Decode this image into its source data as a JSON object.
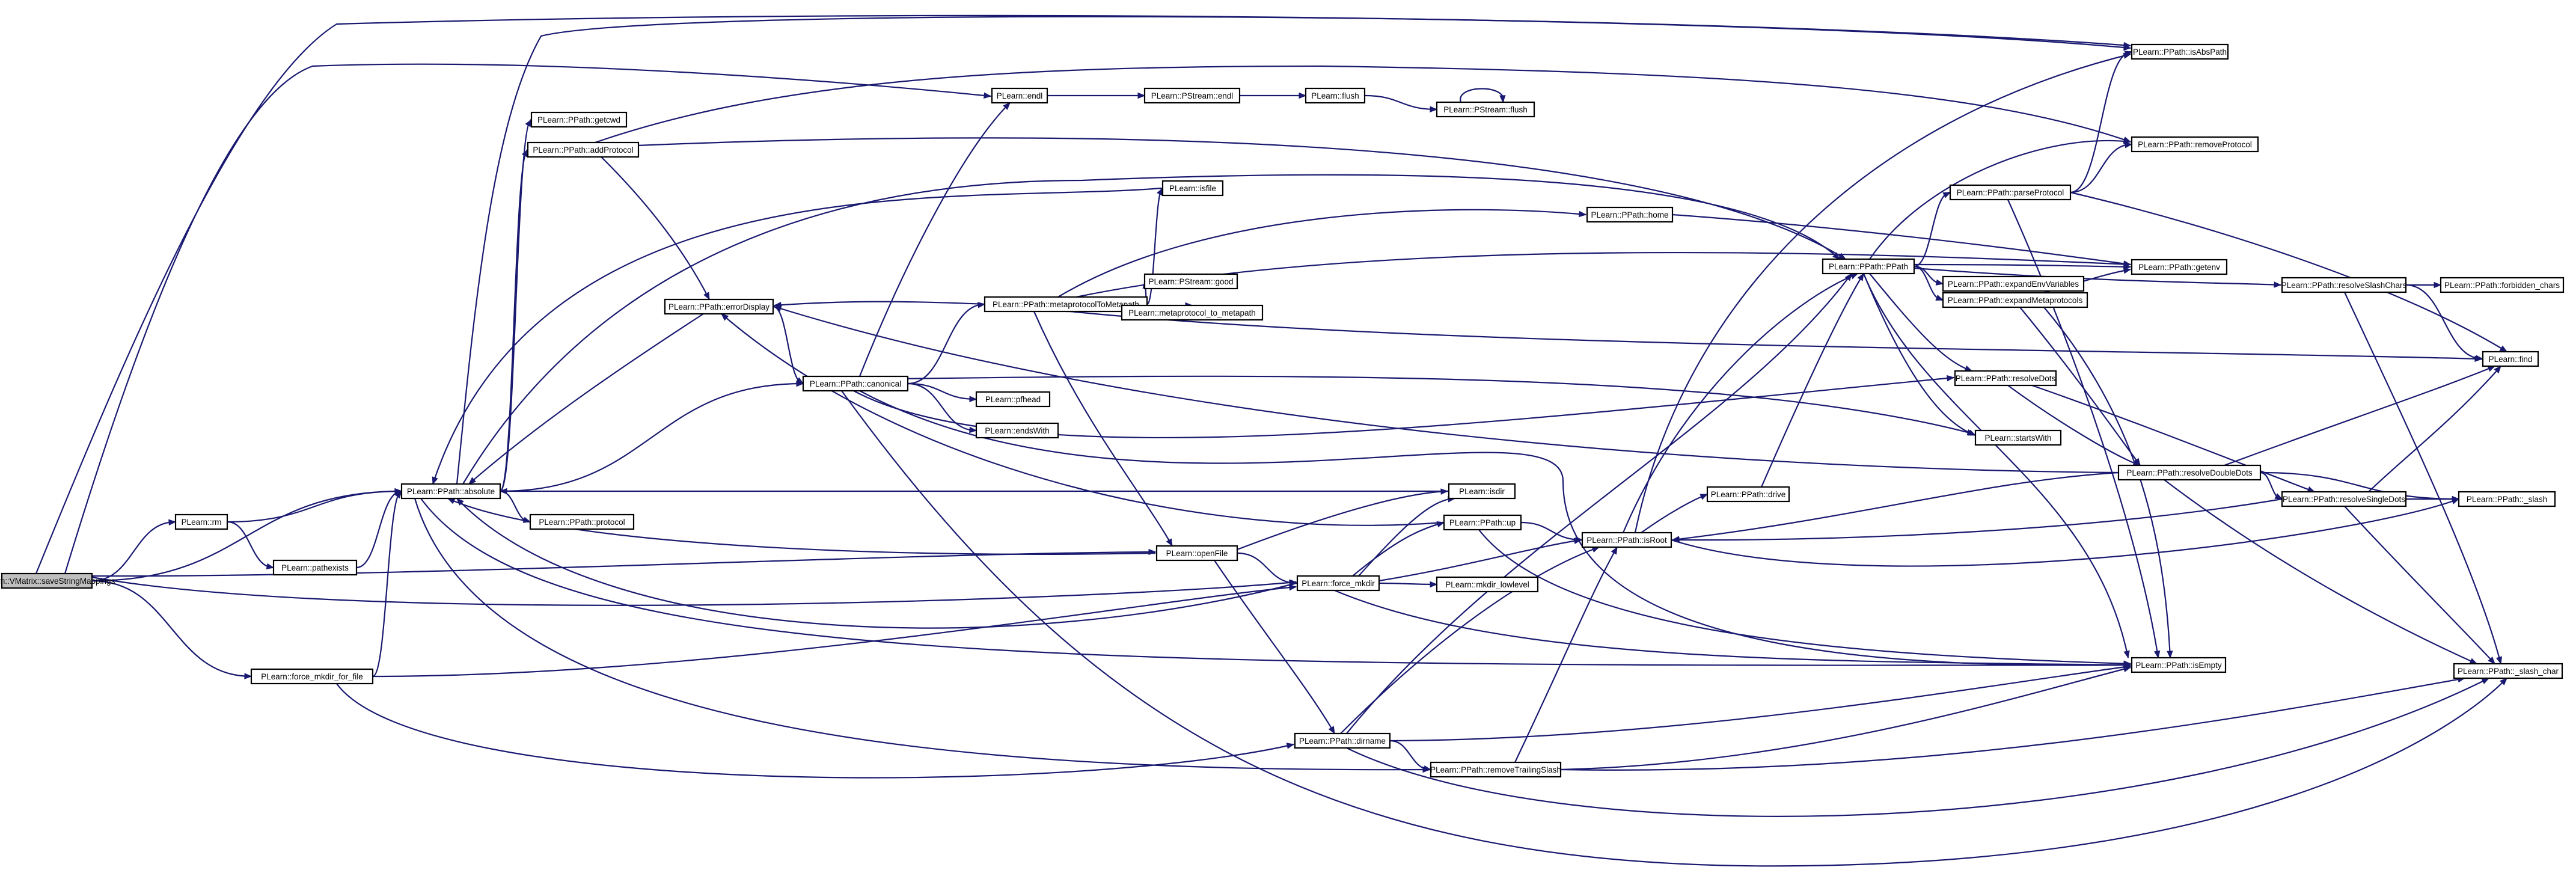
{
  "graph": {
    "root": "PLearn::VMatrix::saveStringMappings",
    "style": {
      "background": "#ffffff",
      "edge_color": "#191970",
      "root_fill": "#bfbfbf",
      "node_fill": "#ffffff",
      "node_border": "#000000"
    },
    "nodes": [
      {
        "id": "root",
        "label": "PLearn::VMatrix::saveStringMappings"
      },
      {
        "id": "rm",
        "label": "PLearn::rm"
      },
      {
        "id": "pathexists",
        "label": "PLearn::pathexists"
      },
      {
        "id": "force_mkdir_for_file",
        "label": "PLearn::force_mkdir_for_file"
      },
      {
        "id": "absolute",
        "label": "PLearn::PPath::absolute"
      },
      {
        "id": "getcwd",
        "label": "PLearn::PPath::getcwd"
      },
      {
        "id": "addProtocol",
        "label": "PLearn::PPath::addProtocol"
      },
      {
        "id": "protocol",
        "label": "PLearn::PPath::protocol"
      },
      {
        "id": "errorDisplay",
        "label": "PLearn::PPath::errorDisplay"
      },
      {
        "id": "canonical",
        "label": "PLearn::PPath::canonical"
      },
      {
        "id": "endl",
        "label": "PLearn::endl"
      },
      {
        "id": "pstream_endl",
        "label": "PLearn::PStream::endl"
      },
      {
        "id": "flush",
        "label": "PLearn::flush"
      },
      {
        "id": "pstream_flush",
        "label": "PLearn::PStream::flush"
      },
      {
        "id": "isfile",
        "label": "PLearn::isfile"
      },
      {
        "id": "metaprotocolToMetapath",
        "label": "PLearn::PPath::metaprotocolToMetapath"
      },
      {
        "id": "pstream_good",
        "label": "PLearn::PStream::good"
      },
      {
        "id": "metaprotocol_to_metapath",
        "label": "PLearn::metaprotocol_to_metapath"
      },
      {
        "id": "home",
        "label": "PLearn::PPath::home"
      },
      {
        "id": "pfhead",
        "label": "PLearn::pfhead"
      },
      {
        "id": "endsWith",
        "label": "PLearn::endsWith"
      },
      {
        "id": "openFile",
        "label": "PLearn::openFile"
      },
      {
        "id": "isdir",
        "label": "PLearn::isdir"
      },
      {
        "id": "up",
        "label": "PLearn::PPath::up"
      },
      {
        "id": "force_mkdir",
        "label": "PLearn::force_mkdir"
      },
      {
        "id": "mkdir_lowlevel",
        "label": "PLearn::mkdir_lowlevel"
      },
      {
        "id": "dirname",
        "label": "PLearn::PPath::dirname"
      },
      {
        "id": "removeTrailingSlash",
        "label": "PLearn::PPath::removeTrailingSlash"
      },
      {
        "id": "drive",
        "label": "PLearn::PPath::drive"
      },
      {
        "id": "isRoot",
        "label": "PLearn::PPath::isRoot"
      },
      {
        "id": "ppath",
        "label": "PLearn::PPath::PPath"
      },
      {
        "id": "expandEnvVariables",
        "label": "PLearn::PPath::expandEnvVariables"
      },
      {
        "id": "expandMetaprotocols",
        "label": "PLearn::PPath::expandMetaprotocols"
      },
      {
        "id": "resolveDots",
        "label": "PLearn::PPath::resolveDots"
      },
      {
        "id": "startsWith",
        "label": "PLearn::startsWith"
      },
      {
        "id": "parseProtocol",
        "label": "PLearn::PPath::parseProtocol"
      },
      {
        "id": "resolveDoubleDots",
        "label": "PLearn::PPath::resolveDoubleDots"
      },
      {
        "id": "isAbsPath",
        "label": "PLearn::PPath::isAbsPath"
      },
      {
        "id": "removeProtocol",
        "label": "PLearn::PPath::removeProtocol"
      },
      {
        "id": "getenv",
        "label": "PLearn::PPath::getenv"
      },
      {
        "id": "resolveSlashChars",
        "label": "PLearn::PPath::resolveSlashChars"
      },
      {
        "id": "resolveSingleDots",
        "label": "PLearn::PPath::resolveSingleDots"
      },
      {
        "id": "isEmpty",
        "label": "PLearn::PPath::isEmpty"
      },
      {
        "id": "forbidden_chars",
        "label": "PLearn::PPath::forbidden_chars"
      },
      {
        "id": "find",
        "label": "PLearn::find"
      },
      {
        "id": "slash",
        "label": "PLearn::PPath::_slash"
      },
      {
        "id": "slash_char",
        "label": "PLearn::PPath::_slash_char"
      }
    ],
    "edges": [
      [
        "root",
        "rm"
      ],
      [
        "root",
        "force_mkdir_for_file"
      ],
      [
        "root",
        "absolute"
      ],
      [
        "root",
        "endl"
      ],
      [
        "root",
        "openFile"
      ],
      [
        "root",
        "force_mkdir"
      ],
      [
        "root",
        "isAbsPath"
      ],
      [
        "rm",
        "pathexists"
      ],
      [
        "rm",
        "absolute"
      ],
      [
        "pathexists",
        "absolute"
      ],
      [
        "force_mkdir_for_file",
        "absolute"
      ],
      [
        "force_mkdir_for_file",
        "force_mkdir"
      ],
      [
        "force_mkdir_for_file",
        "dirname"
      ],
      [
        "absolute",
        "getcwd"
      ],
      [
        "absolute",
        "addProtocol"
      ],
      [
        "absolute",
        "protocol"
      ],
      [
        "absolute",
        "isAbsPath"
      ],
      [
        "absolute",
        "ppath"
      ],
      [
        "absolute",
        "canonical"
      ],
      [
        "absolute",
        "isEmpty"
      ],
      [
        "absolute",
        "removeTrailingSlash"
      ],
      [
        "addProtocol",
        "errorDisplay"
      ],
      [
        "addProtocol",
        "removeProtocol"
      ],
      [
        "addProtocol",
        "ppath"
      ],
      [
        "errorDisplay",
        "absolute"
      ],
      [
        "errorDisplay",
        "canonical"
      ],
      [
        "canonical",
        "endl"
      ],
      [
        "canonical",
        "metaprotocolToMetapath"
      ],
      [
        "canonical",
        "pfhead"
      ],
      [
        "canonical",
        "endsWith"
      ],
      [
        "canonical",
        "startsWith"
      ],
      [
        "canonical",
        "resolveDots"
      ],
      [
        "canonical",
        "isEmpty"
      ],
      [
        "canonical",
        "slash_char"
      ],
      [
        "endl",
        "pstream_endl"
      ],
      [
        "pstream_endl",
        "flush"
      ],
      [
        "flush",
        "pstream_flush"
      ],
      [
        "pstream_flush",
        "pstream_flush"
      ],
      [
        "metaprotocolToMetapath",
        "isfile"
      ],
      [
        "metaprotocolToMetapath",
        "home"
      ],
      [
        "metaprotocolToMetapath",
        "getenv"
      ],
      [
        "metaprotocolToMetapath",
        "pstream_good"
      ],
      [
        "metaprotocolToMetapath",
        "metaprotocol_to_metapath"
      ],
      [
        "metaprotocolToMetapath",
        "errorDisplay"
      ],
      [
        "metaprotocolToMetapath",
        "openFile"
      ],
      [
        "metaprotocolToMetapath",
        "find"
      ],
      [
        "isfile",
        "absolute"
      ],
      [
        "home",
        "getenv"
      ],
      [
        "openFile",
        "absolute"
      ],
      [
        "openFile",
        "isdir"
      ],
      [
        "openFile",
        "force_mkdir"
      ],
      [
        "openFile",
        "dirname"
      ],
      [
        "isdir",
        "absolute"
      ],
      [
        "up",
        "errorDisplay"
      ],
      [
        "up",
        "isRoot"
      ],
      [
        "up",
        "isEmpty"
      ],
      [
        "force_mkdir",
        "absolute"
      ],
      [
        "force_mkdir",
        "isdir"
      ],
      [
        "force_mkdir",
        "up"
      ],
      [
        "force_mkdir",
        "isRoot"
      ],
      [
        "force_mkdir",
        "mkdir_lowlevel"
      ],
      [
        "force_mkdir",
        "isEmpty"
      ],
      [
        "dirname",
        "removeTrailingSlash"
      ],
      [
        "dirname",
        "isRoot"
      ],
      [
        "dirname",
        "isEmpty"
      ],
      [
        "dirname",
        "ppath"
      ],
      [
        "dirname",
        "slash_char"
      ],
      [
        "removeTrailingSlash",
        "isRoot"
      ],
      [
        "removeTrailingSlash",
        "isEmpty"
      ],
      [
        "removeTrailingSlash",
        "slash_char"
      ],
      [
        "isRoot",
        "drive"
      ],
      [
        "isRoot",
        "ppath"
      ],
      [
        "isRoot",
        "isAbsPath"
      ],
      [
        "isRoot",
        "slash"
      ],
      [
        "drive",
        "ppath"
      ],
      [
        "ppath",
        "parseProtocol"
      ],
      [
        "ppath",
        "expandEnvVariables"
      ],
      [
        "ppath",
        "expandMetaprotocols"
      ],
      [
        "ppath",
        "resolveDots"
      ],
      [
        "ppath",
        "startsWith"
      ],
      [
        "ppath",
        "resolveSlashChars"
      ],
      [
        "ppath",
        "removeProtocol"
      ],
      [
        "ppath",
        "getenv"
      ],
      [
        "ppath",
        "isEmpty"
      ],
      [
        "parseProtocol",
        "isAbsPath"
      ],
      [
        "parseProtocol",
        "removeProtocol"
      ],
      [
        "parseProtocol",
        "find"
      ],
      [
        "parseProtocol",
        "isEmpty"
      ],
      [
        "expandMetaprotocols",
        "getenv"
      ],
      [
        "expandMetaprotocols",
        "isEmpty"
      ],
      [
        "expandMetaprotocols",
        "resolveDoubleDots"
      ],
      [
        "resolveDots",
        "resolveDoubleDots"
      ],
      [
        "resolveDots",
        "resolveSingleDots"
      ],
      [
        "resolveDoubleDots",
        "errorDisplay"
      ],
      [
        "resolveDoubleDots",
        "isRoot"
      ],
      [
        "resolveDoubleDots",
        "find"
      ],
      [
        "resolveDoubleDots",
        "slash"
      ],
      [
        "resolveDoubleDots",
        "resolveSingleDots"
      ],
      [
        "resolveDoubleDots",
        "slash_char"
      ],
      [
        "resolveSlashChars",
        "forbidden_chars"
      ],
      [
        "resolveSlashChars",
        "find"
      ],
      [
        "resolveSlashChars",
        "slash_char"
      ],
      [
        "resolveSingleDots",
        "find"
      ],
      [
        "resolveSingleDots",
        "isRoot"
      ],
      [
        "resolveSingleDots",
        "slash"
      ],
      [
        "resolveSingleDots",
        "slash_char"
      ]
    ]
  }
}
